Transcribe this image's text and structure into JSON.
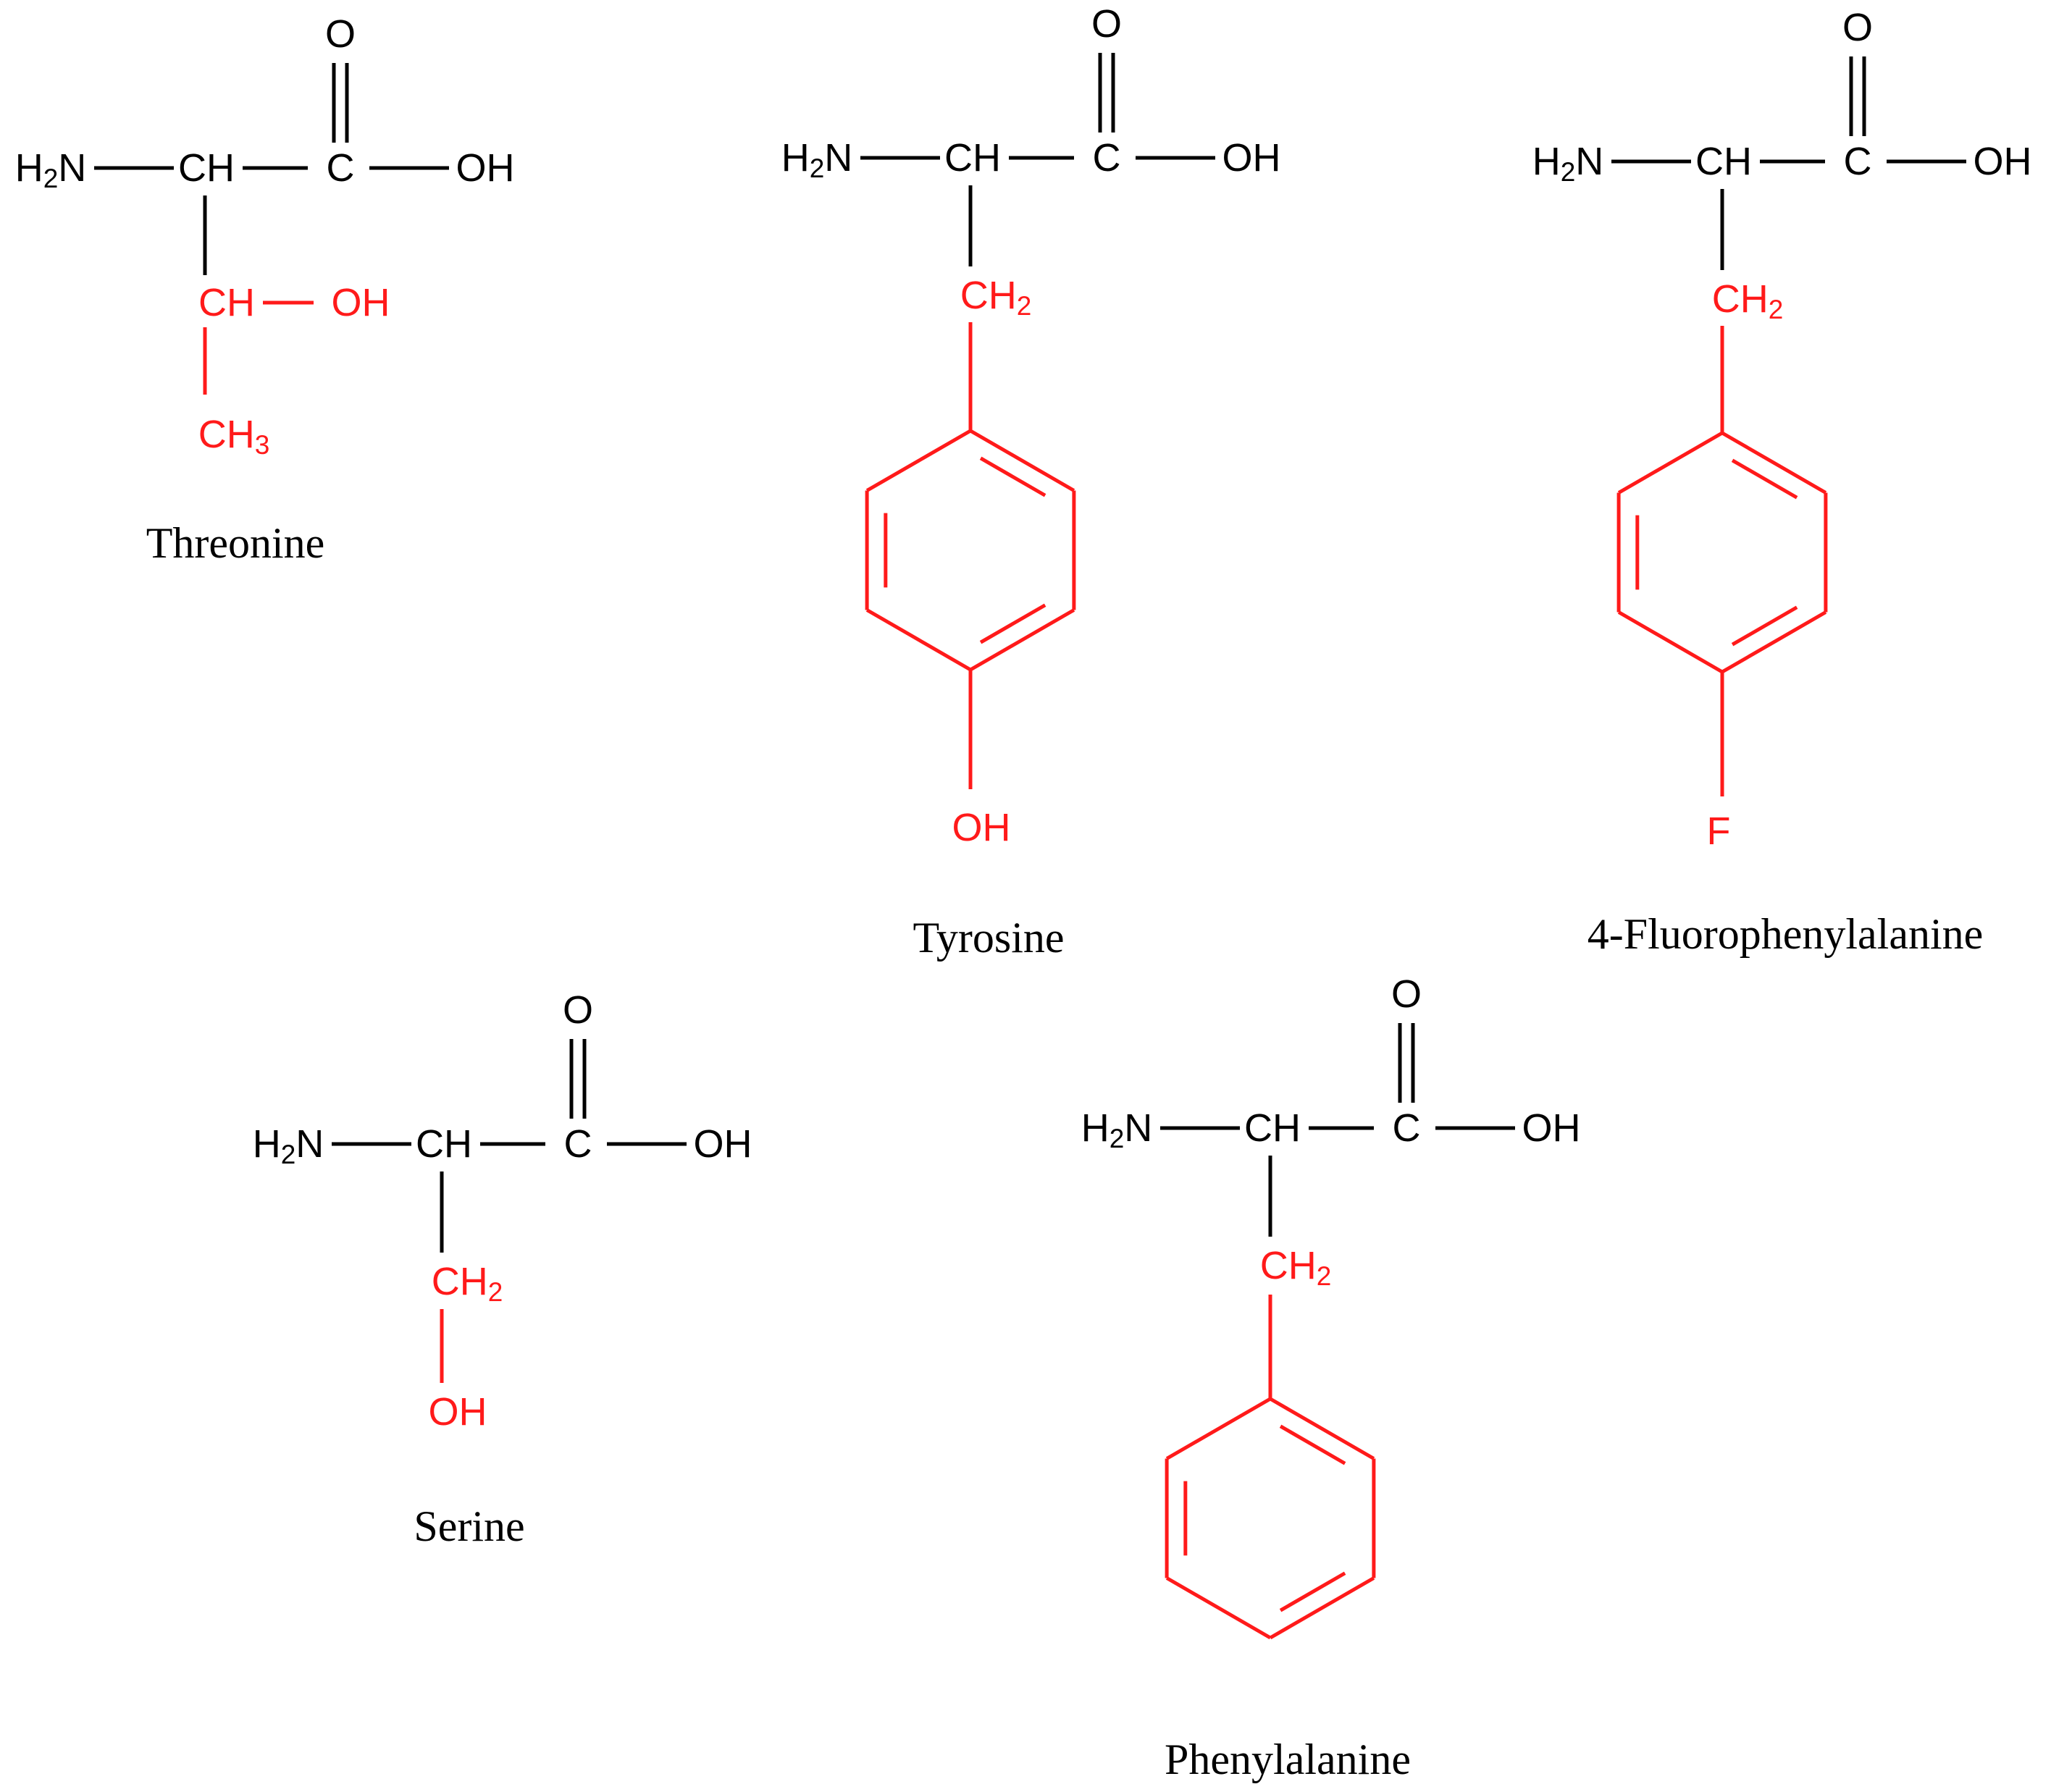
{
  "colors": {
    "backbone": "#000000",
    "side_chain": "#ff1a1a",
    "background": "#ffffff"
  },
  "labels": {
    "h": "H",
    "two": "2",
    "three": "3",
    "n": "N",
    "ch": "CH",
    "c": "C",
    "o": "O",
    "oh": "OH",
    "f": "F"
  },
  "molecules": [
    {
      "id": "threonine",
      "name": "Threonine"
    },
    {
      "id": "tyrosine",
      "name": "Tyrosine"
    },
    {
      "id": "fluorophenylalanine",
      "name": "4-Fluorophenylalanine"
    },
    {
      "id": "serine",
      "name": "Serine"
    },
    {
      "id": "phenylalanine",
      "name": "Phenylalanine"
    }
  ]
}
